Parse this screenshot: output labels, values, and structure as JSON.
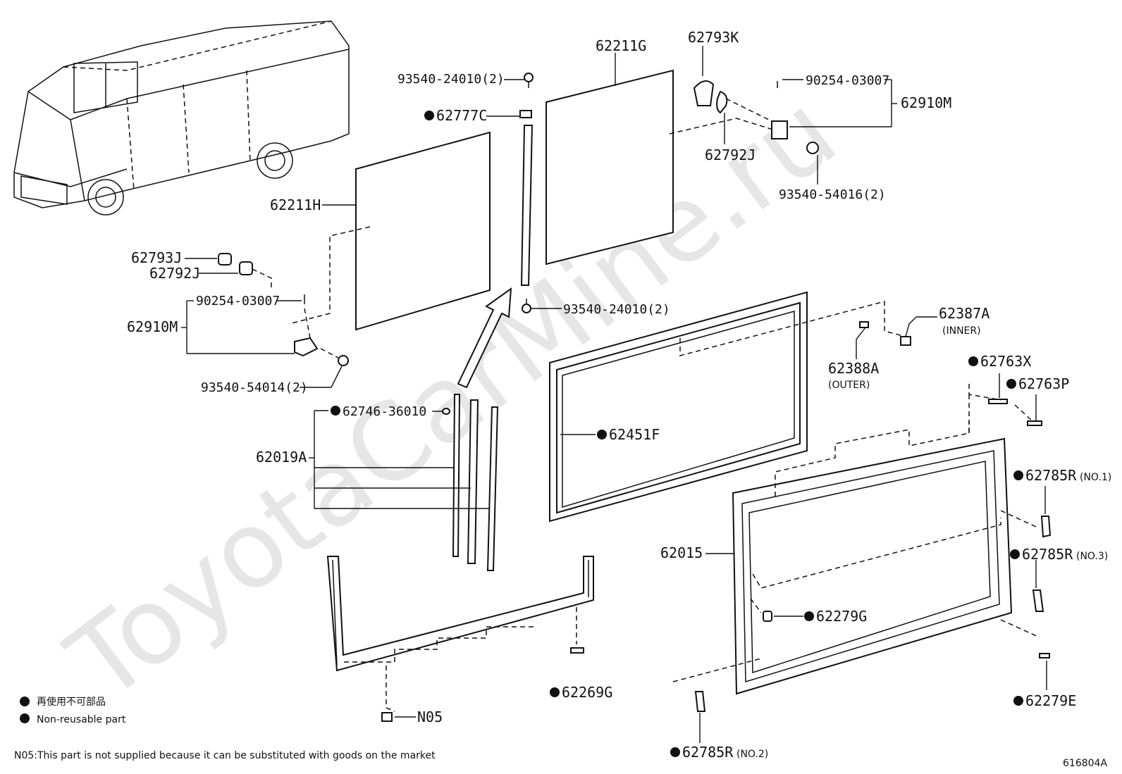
{
  "watermark": "ToyotaCarMine.ru",
  "diagram_id": "616804A",
  "labels": {
    "p62211G": "62211G",
    "p62793K": "62793K",
    "p90254_03007_top": "90254-03007",
    "p62910M_top": "62910M",
    "p93540_24010_top": "93540-24010(2)",
    "p62777C": "62777C",
    "p62792J_top": "62792J",
    "p93540_54016": "93540-54016(2)",
    "p62211H": "62211H",
    "p62793J": "62793J",
    "p62792J_left": "62792J",
    "p90254_03007_left": "90254-03007",
    "p62910M_left": "62910M",
    "p93540_54014": "93540-54014(2)",
    "p93540_24010_mid": "93540-24010(2)",
    "p62387A": "62387A",
    "p62387A_sub": "(INNER)",
    "p62388A": "62388A",
    "p62388A_sub": "(OUTER)",
    "p62763X": "62763X",
    "p62763P": "62763P",
    "p62746_36010": "62746-36010",
    "p62451F": "62451F",
    "p62019A": "62019A",
    "p62785R_1": "62785R",
    "p62785R_1_sub": "(NO.1)",
    "p62015": "62015",
    "p62785R_3": "62785R",
    "p62785R_3_sub": "(NO.3)",
    "p62279G": "62279G",
    "p62269G": "62269G",
    "p62279E": "62279E",
    "pN05": "N05",
    "p62785R_2": "62785R",
    "p62785R_2_sub": "(NO.2)"
  },
  "legend": {
    "line1": "再使用不可部品",
    "line2": "Non-reusable part"
  },
  "footnote": "N05:This part is not supplied because it can be substituted with goods on the market"
}
